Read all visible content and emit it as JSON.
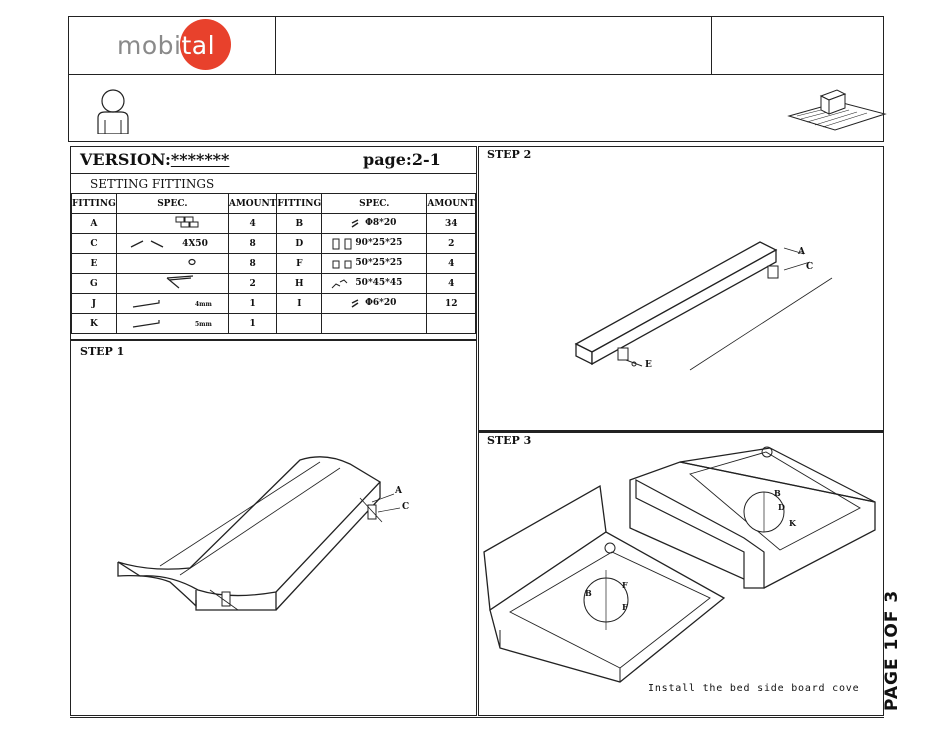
{
  "brand": {
    "name": "mobital",
    "accent": "#e8412c",
    "gray": "#8a8a8a"
  },
  "version": {
    "label": "VERSION:",
    "value": "*******"
  },
  "page": {
    "label": "page:2-1"
  },
  "fittings": {
    "title": "SETTING FITTINGS",
    "headers": [
      "FITTING",
      "SPEC.",
      "AMOUNT",
      "FITTING",
      "SPEC.",
      "AMOUNT"
    ],
    "rows": [
      {
        "f1": "A",
        "spec1": "",
        "amt1": "4",
        "f2": "B",
        "spec2": "Φ8*20",
        "amt2": "34"
      },
      {
        "f1": "C",
        "spec1": "4X50",
        "amt1": "8",
        "f2": "D",
        "spec2": "90*25*25",
        "amt2": "2"
      },
      {
        "f1": "E",
        "spec1": "",
        "amt1": "8",
        "f2": "F",
        "spec2": "50*25*25",
        "amt2": "4"
      },
      {
        "f1": "G",
        "spec1": "",
        "amt1": "2",
        "f2": "H",
        "spec2": "50*45*45",
        "amt2": "4"
      },
      {
        "f1": "J",
        "spec1": "4mm",
        "amt1": "1",
        "f2": "I",
        "spec2": "Φ6*20",
        "amt2": "12"
      },
      {
        "f1": "K",
        "spec1": "5mm",
        "amt1": "1",
        "f2": "",
        "spec2": "",
        "amt2": ""
      }
    ]
  },
  "steps": {
    "step1": {
      "label": "STEP 1",
      "callouts": [
        "A",
        "C"
      ]
    },
    "step2": {
      "label": "STEP 2",
      "callouts": [
        "A",
        "C",
        "E"
      ]
    },
    "step3": {
      "label": "STEP 3",
      "callouts": [
        "B",
        "D",
        "K",
        "F",
        "B",
        "F"
      ],
      "caption": "Install the bed side board cove"
    }
  },
  "footer": {
    "page_of": "PAGE 1OF 3"
  }
}
